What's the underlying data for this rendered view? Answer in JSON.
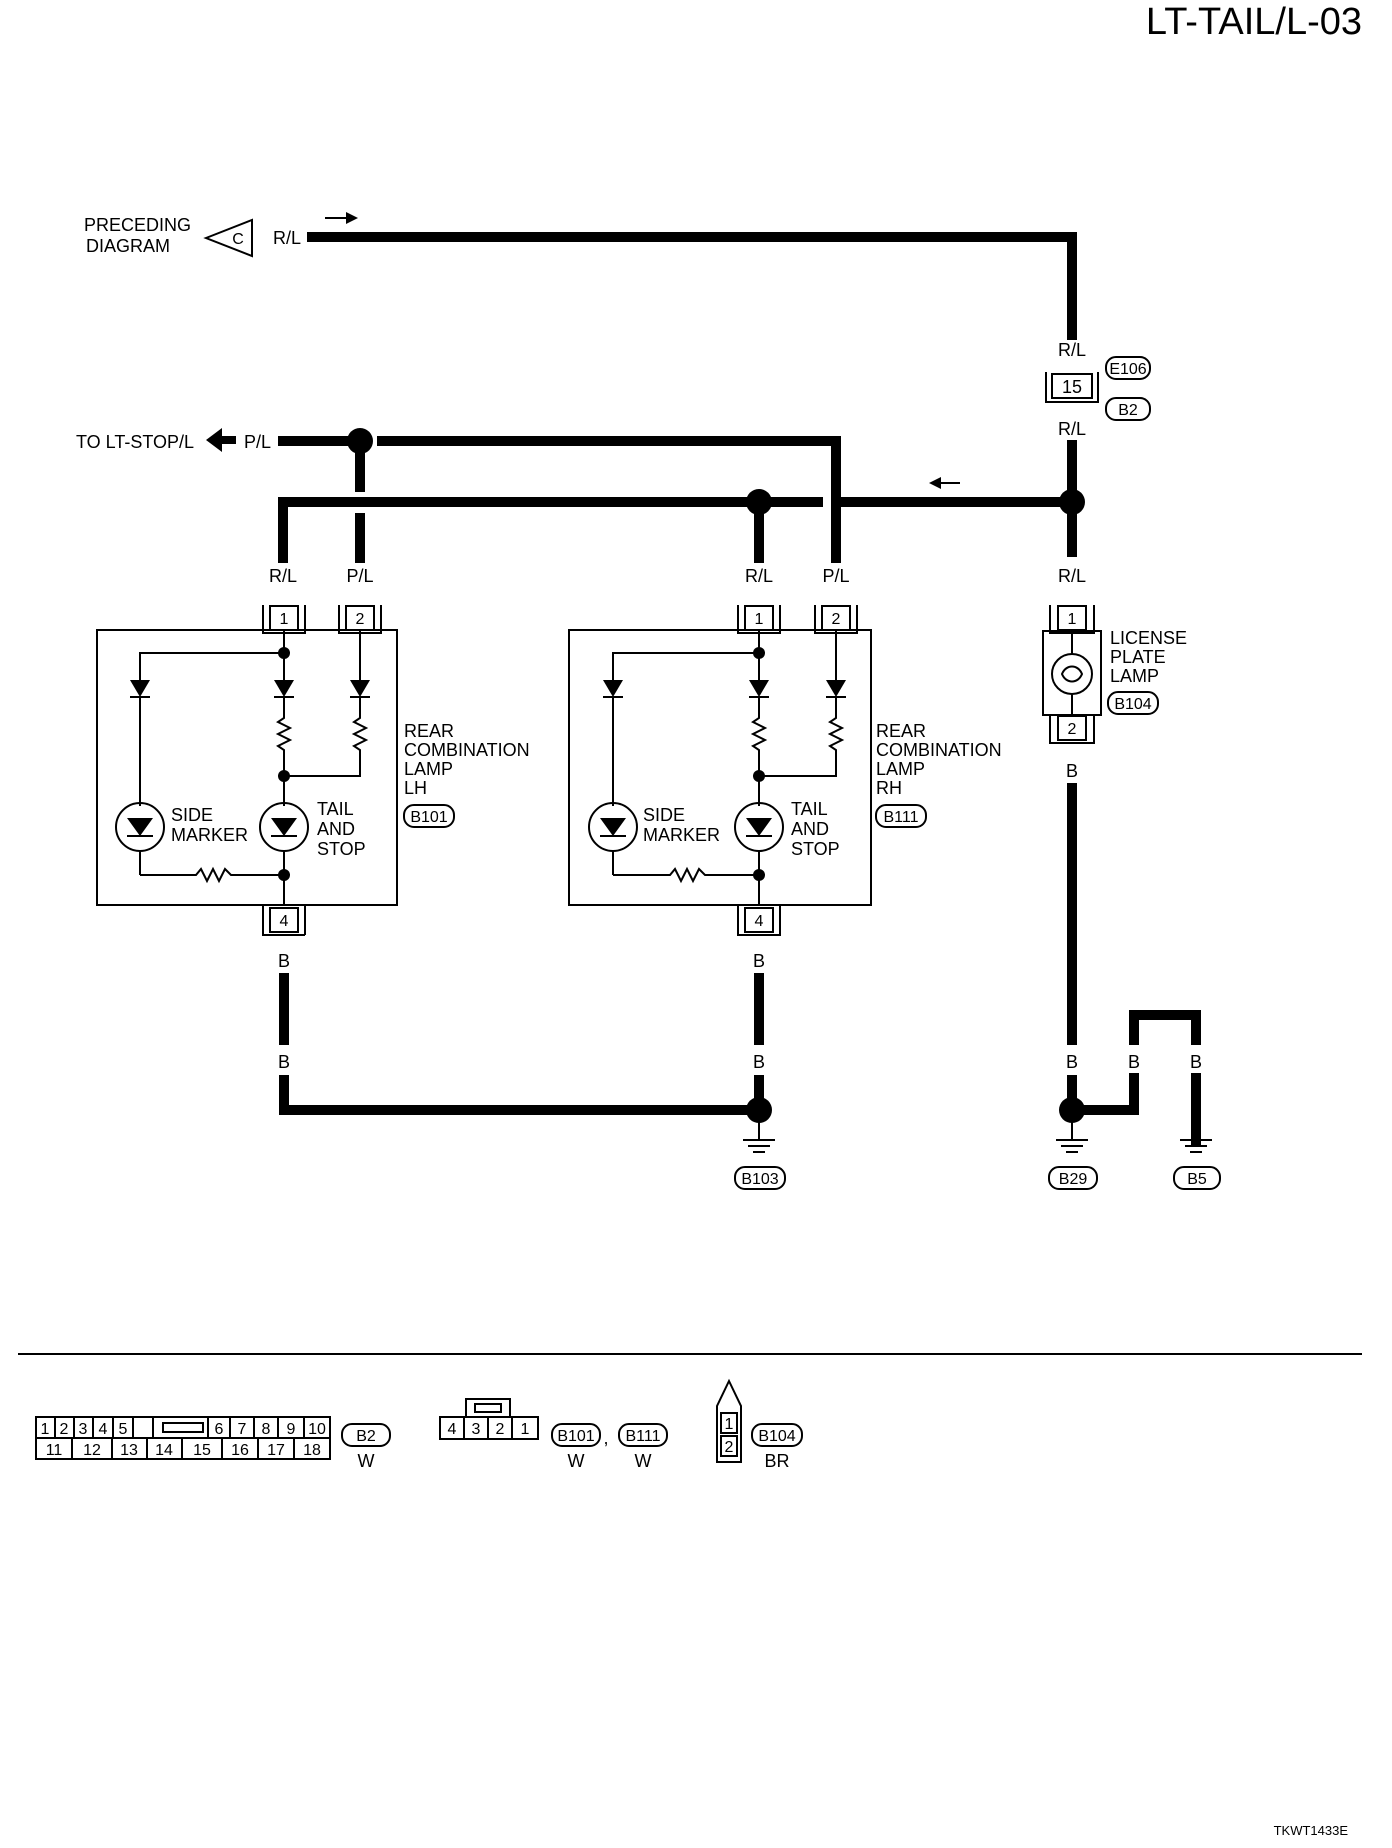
{
  "page_id": "LT-TAIL/L-03",
  "figure_code": "TKWT1433E",
  "preceding": {
    "line1": "PRECEDING",
    "line2": "DIAGRAM",
    "letter": "C",
    "wire": "R/L"
  },
  "to_stop": {
    "text": "TO LT-STOP/L",
    "wire": "P/L"
  },
  "joint": {
    "wire_top": "R/L",
    "pin": "15",
    "conn_a": "E106",
    "conn_b": "B2",
    "wire_bottom": "R/L"
  },
  "lamp_lh": {
    "title1": "REAR",
    "title2": "COMBINATION",
    "title3": "LAMP",
    "title4": "LH",
    "connector": "B101",
    "pin1_wire": "R/L",
    "pin1": "1",
    "pin2_wire": "P/L",
    "pin2": "2",
    "pin4": "4",
    "ground_wire": "B",
    "side1": "SIDE",
    "side2": "MARKER",
    "tail1": "TAIL",
    "tail2": "AND",
    "tail3": "STOP",
    "wire_lower": "B"
  },
  "lamp_rh": {
    "title1": "REAR",
    "title2": "COMBINATION",
    "title3": "LAMP",
    "title4": "RH",
    "connector": "B111",
    "pin1_wire": "R/L",
    "pin1": "1",
    "pin2_wire": "P/L",
    "pin2": "2",
    "pin4": "4",
    "ground_wire": "B",
    "side1": "SIDE",
    "side2": "MARKER",
    "tail1": "TAIL",
    "tail2": "AND",
    "tail3": "STOP",
    "wire_lower": "B"
  },
  "license": {
    "title1": "LICENSE",
    "title2": "PLATE",
    "title3": "LAMP",
    "connector": "B104",
    "pin1_wire": "R/L",
    "pin1": "1",
    "pin2": "2",
    "wire_out": "B"
  },
  "grounds": {
    "g1": "B103",
    "g2": "B29",
    "g3": "B5",
    "w_b29": "B",
    "w_b5a": "B",
    "w_b5b": "B"
  },
  "connector_views": {
    "b2": {
      "top_pins": [
        "1",
        "2",
        "3",
        "4",
        "5",
        "6",
        "7",
        "8",
        "9",
        "10"
      ],
      "bottom_pins": [
        "11",
        "12",
        "13",
        "14",
        "15",
        "16",
        "17",
        "18"
      ],
      "label": "B2",
      "color": "W"
    },
    "b101_b111": {
      "pins": [
        "4",
        "3",
        "2",
        "1"
      ],
      "label1": "B101",
      "sep": ",",
      "label2": "B111",
      "color1": "W",
      "color2": "W"
    },
    "b104": {
      "pins": [
        "1",
        "2"
      ],
      "label": "B104",
      "color": "BR"
    }
  }
}
